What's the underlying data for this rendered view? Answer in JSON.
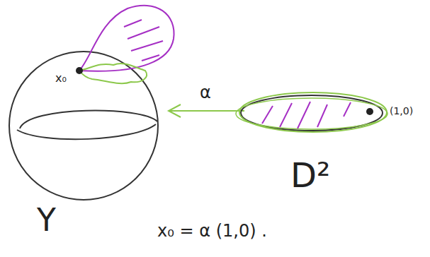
{
  "diagram": {
    "caption": "x₀ = α (1,0) .",
    "labels": [
      "x₀",
      "Y",
      "α",
      "D²",
      "(1,0)"
    ]
  }
}
